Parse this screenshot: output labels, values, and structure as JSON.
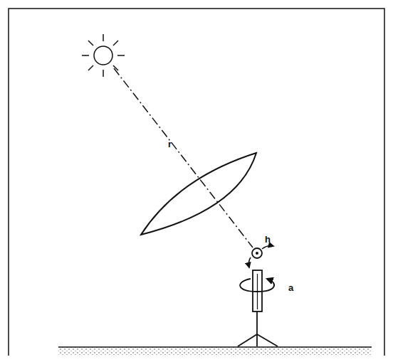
{
  "diagram": {
    "labels": [
      "r",
      "h",
      "a"
    ]
  }
}
